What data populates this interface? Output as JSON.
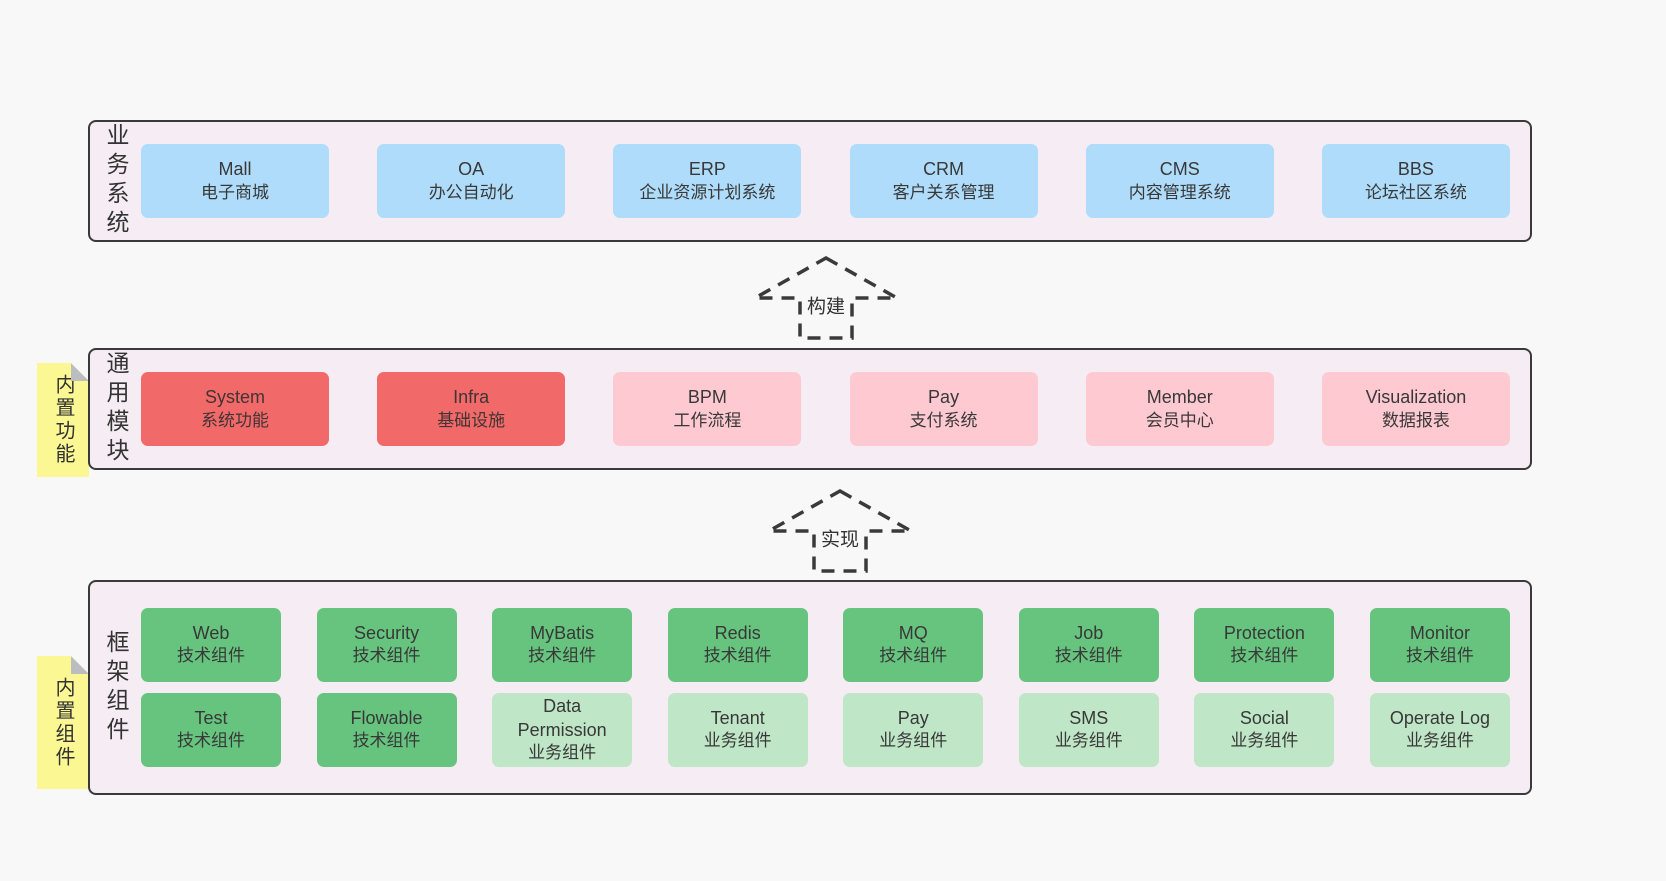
{
  "palette": {
    "page_background": "#f8f8f8",
    "panel_background": "#f5ecf4",
    "panel_border": "#3a3a3a",
    "blue_box": "#aedcfa",
    "red_box": "#f26969",
    "pink_box": "#ffc9d1",
    "green_box": "#66c47e",
    "light_green_box": "#bfe6c6",
    "sticky_note_yellow": "#fbf894",
    "sticky_note_fold": "#bcbdc0",
    "text": "#383838"
  },
  "arrows": {
    "build": {
      "label": "构建"
    },
    "implement": {
      "label": "实现"
    }
  },
  "layers": {
    "business": {
      "label": "业务系统",
      "boxes": [
        {
          "name": "Mall",
          "desc": "电子商城",
          "variant": "blue"
        },
        {
          "name": "OA",
          "desc": "办公自动化",
          "variant": "blue"
        },
        {
          "name": "ERP",
          "desc": "企业资源计划系统",
          "variant": "blue"
        },
        {
          "name": "CRM",
          "desc": "客户关系管理",
          "variant": "blue"
        },
        {
          "name": "CMS",
          "desc": "内容管理系统",
          "variant": "blue"
        },
        {
          "name": "BBS",
          "desc": "论坛社区系统",
          "variant": "blue"
        }
      ]
    },
    "modules": {
      "label": "通用模块",
      "note": "内置功能",
      "boxes": [
        {
          "name": "System",
          "desc": "系统功能",
          "variant": "red"
        },
        {
          "name": "Infra",
          "desc": "基础设施",
          "variant": "red"
        },
        {
          "name": "BPM",
          "desc": "工作流程",
          "variant": "pink"
        },
        {
          "name": "Pay",
          "desc": "支付系统",
          "variant": "pink"
        },
        {
          "name": "Member",
          "desc": "会员中心",
          "variant": "pink"
        },
        {
          "name": "Visualization",
          "desc": "数据报表",
          "variant": "pink"
        }
      ]
    },
    "components": {
      "label": "框架组件",
      "note": "内置组件",
      "row1": [
        {
          "name": "Web",
          "desc": "技术组件",
          "variant": "green"
        },
        {
          "name": "Security",
          "desc": "技术组件",
          "variant": "green"
        },
        {
          "name": "MyBatis",
          "desc": "技术组件",
          "variant": "green"
        },
        {
          "name": "Redis",
          "desc": "技术组件",
          "variant": "green"
        },
        {
          "name": "MQ",
          "desc": "技术组件",
          "variant": "green"
        },
        {
          "name": "Job",
          "desc": "技术组件",
          "variant": "green"
        },
        {
          "name": "Protection",
          "desc": "技术组件",
          "variant": "green"
        },
        {
          "name": "Monitor",
          "desc": "技术组件",
          "variant": "green"
        }
      ],
      "row2": [
        {
          "name": "Test",
          "desc": "技术组件",
          "variant": "green"
        },
        {
          "name": "Flowable",
          "desc": "技术组件",
          "variant": "green"
        },
        {
          "name": "Data Permission",
          "desc": "业务组件",
          "variant": "lightgreen"
        },
        {
          "name": "Tenant",
          "desc": "业务组件",
          "variant": "lightgreen"
        },
        {
          "name": "Pay",
          "desc": "业务组件",
          "variant": "lightgreen"
        },
        {
          "name": "SMS",
          "desc": "业务组件",
          "variant": "lightgreen"
        },
        {
          "name": "Social",
          "desc": "业务组件",
          "variant": "lightgreen"
        },
        {
          "name": "Operate Log",
          "desc": "业务组件",
          "variant": "lightgreen"
        }
      ]
    }
  }
}
